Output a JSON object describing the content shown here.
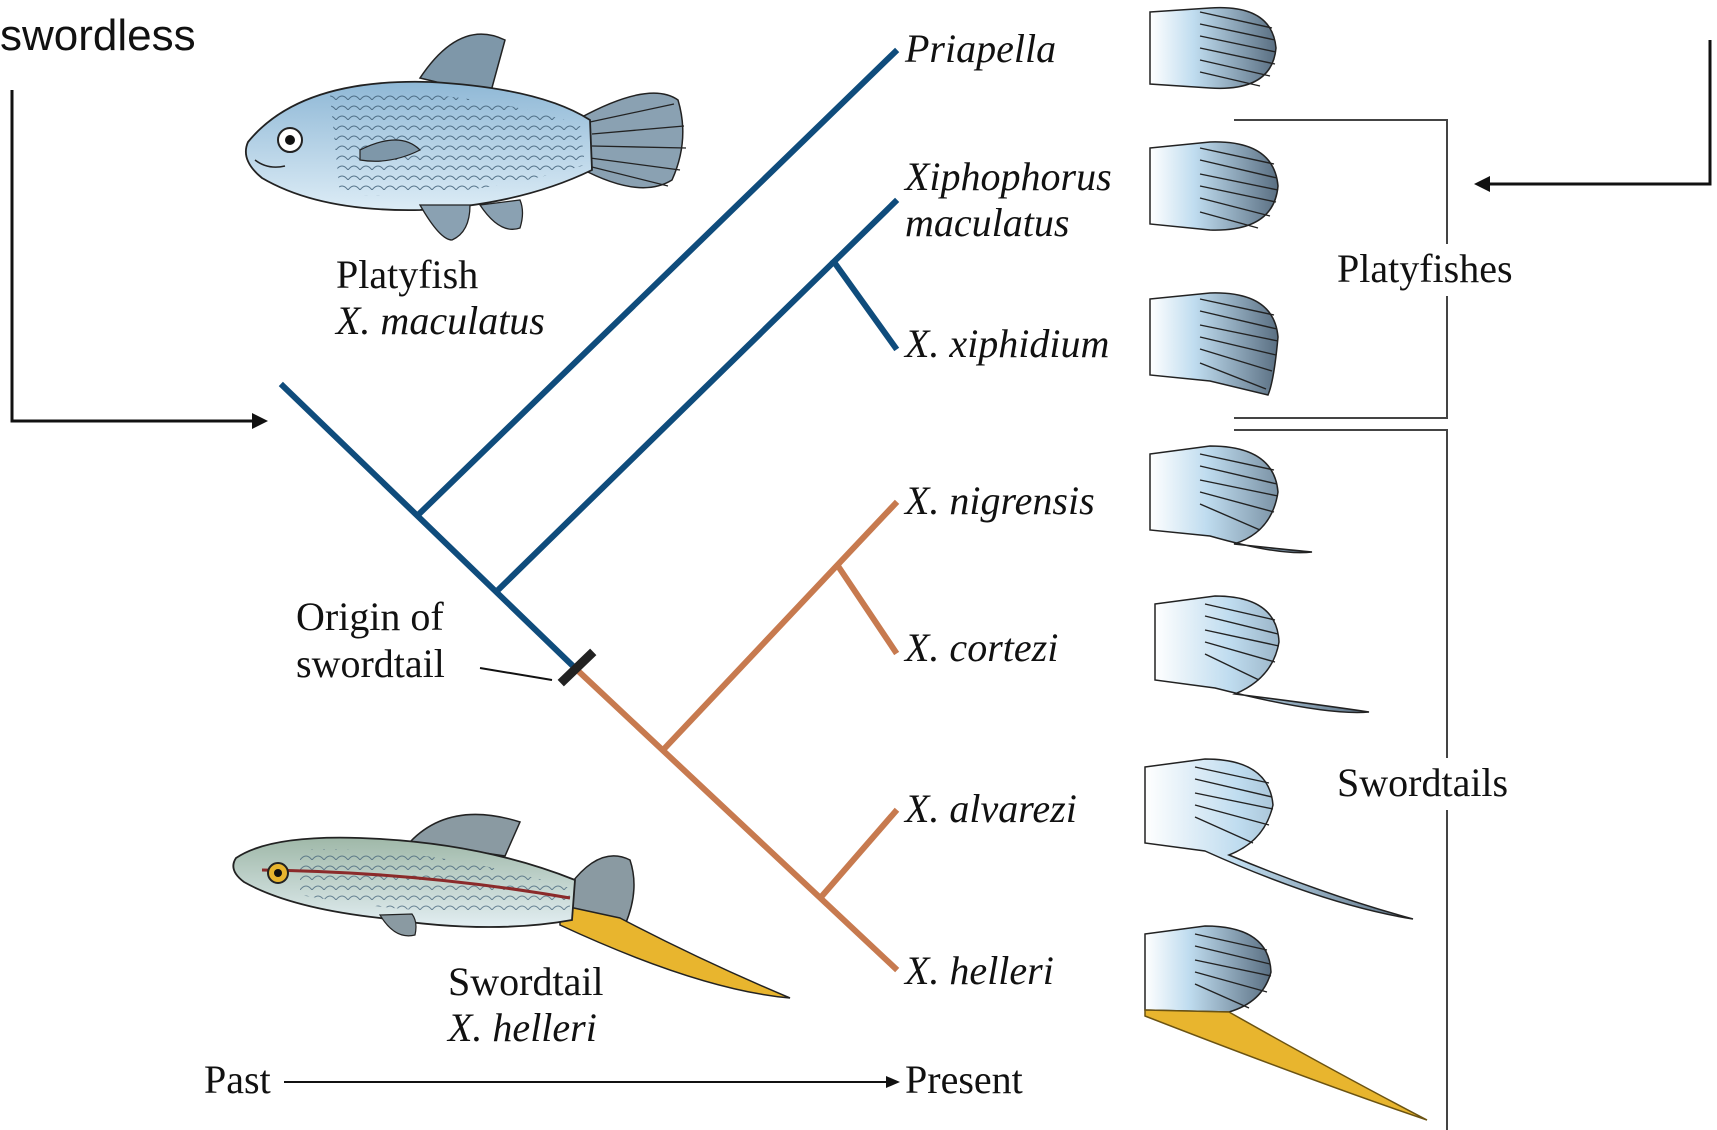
{
  "annotation": {
    "swordless_label": "swordless"
  },
  "fish": {
    "platyfish": {
      "common_name": "Platyfish",
      "species": "X. maculatus"
    },
    "swordtail": {
      "common_name": "Swordtail",
      "species": "X. helleri"
    }
  },
  "origin_label": {
    "line1": "Origin of",
    "line2": "swordtail"
  },
  "taxa": [
    {
      "id": "priapella",
      "lines": [
        "Priapella"
      ],
      "tail": "plain"
    },
    {
      "id": "x-maculatus",
      "lines": [
        "Xiphophorus",
        "maculatus"
      ],
      "tail": "plain"
    },
    {
      "id": "x-xiphidium",
      "lines": [
        "X. xiphidium"
      ],
      "tail": "plain"
    },
    {
      "id": "x-nigrensis",
      "lines": [
        "X. nigrensis"
      ],
      "tail": "short-sword"
    },
    {
      "id": "x-cortezi",
      "lines": [
        "X. cortezi"
      ],
      "tail": "medium-sword"
    },
    {
      "id": "x-alvarezi",
      "lines": [
        "X. alvarezi"
      ],
      "tail": "long-sword"
    },
    {
      "id": "x-helleri",
      "lines": [
        "X. helleri"
      ],
      "tail": "yellow-sword"
    }
  ],
  "groups": {
    "platyfishes": "Platyfishes",
    "swordtails": "Swordtails"
  },
  "time_axis": {
    "start": "Past",
    "end": "Present"
  },
  "colors": {
    "swordless_branch": "#0f4c7c",
    "sword_branch": "#c77a4f",
    "origin_marker": "#222222",
    "tail_sword_yellow": "#e8b52e",
    "fish_body_blue": "#b9d7ea"
  }
}
